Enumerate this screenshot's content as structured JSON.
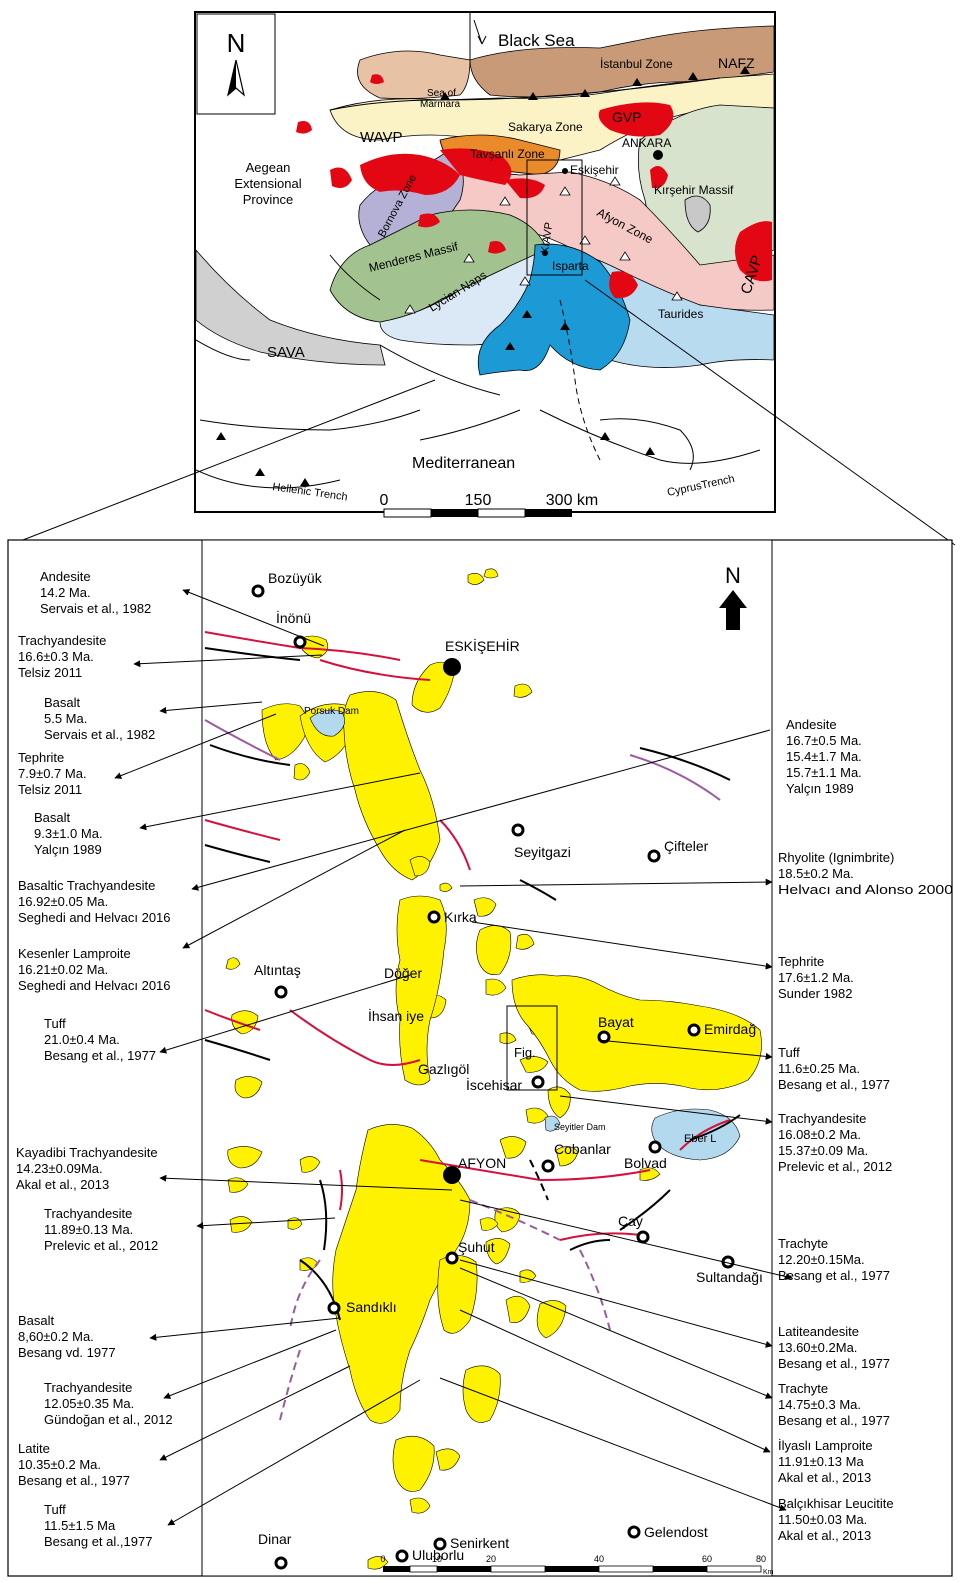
{
  "inset": {
    "north": "N",
    "seas": [
      "Black Sea",
      "Sea of",
      "Marmara",
      "Mediterranean"
    ],
    "zones": {
      "istanbul": "İstanbul Zone",
      "nafz": "NAFZ",
      "gvp": "GVP",
      "wavp": "WAVP",
      "sakarya": "Sakarya Zone",
      "ankara": "ANKARA",
      "tavsanli": "Tavşanlı Zone",
      "eskisehir": "Eskişehir",
      "aegean": [
        "Aegean",
        "Extensional",
        "Province"
      ],
      "kirsehir": "Kırşehir Massif",
      "bornova": "Bornova Zone",
      "kiavp": "KIAVP",
      "afyon": "Afyon Zone",
      "cavp": "CAVP",
      "menderes": "Menderes Massif",
      "lycian": "Lycian Naps",
      "isparta": "Isparta",
      "taurides": "Taurides",
      "sava": "SAVA",
      "hellenic": "Hellenic Trench",
      "cyprus": "CyprusTrench"
    },
    "scale": [
      "0",
      "150",
      "300 km"
    ]
  },
  "detail": {
    "north": "N",
    "towns": [
      {
        "id": "bozuyuk",
        "label": "Bozüyük"
      },
      {
        "id": "inonu",
        "label": "İnönü"
      },
      {
        "id": "eskisehir",
        "label": "ESKİŞEHİR"
      },
      {
        "id": "porsuk",
        "label": "Porsuk Dam"
      },
      {
        "id": "seyitgazi",
        "label": "Seyitgazi"
      },
      {
        "id": "cifteler",
        "label": "Çifteler"
      },
      {
        "id": "kirka",
        "label": "Kırka"
      },
      {
        "id": "doger",
        "label": "Döğer"
      },
      {
        "id": "altintas",
        "label": "Altıntaş"
      },
      {
        "id": "ihsaniye",
        "label": "İhsan iye"
      },
      {
        "id": "bayat",
        "label": "Bayat"
      },
      {
        "id": "emirdag",
        "label": "Emirdağ"
      },
      {
        "id": "fig",
        "label": "Fig."
      },
      {
        "id": "gazligol",
        "label": "Gazlıgöl"
      },
      {
        "id": "iscehisar",
        "label": "İscehisar"
      },
      {
        "id": "afyon",
        "label": "AFYON"
      },
      {
        "id": "seyitler",
        "label": "Seyitler Dam"
      },
      {
        "id": "cobanlar",
        "label": "Cobanlar"
      },
      {
        "id": "bolvad",
        "label": "Bolvad"
      },
      {
        "id": "eber",
        "label": "Eber L"
      },
      {
        "id": "cay",
        "label": "Çay"
      },
      {
        "id": "suhut",
        "label": "Şuhut"
      },
      {
        "id": "sultandagi",
        "label": "Sultandağı"
      },
      {
        "id": "sandikli",
        "label": "Sandıklı"
      },
      {
        "id": "dinar",
        "label": "Dinar"
      },
      {
        "id": "senirkent",
        "label": "Senirkent"
      },
      {
        "id": "uluborlu",
        "label": "Uluborlu"
      },
      {
        "id": "gelendost",
        "label": "Gelendost"
      }
    ],
    "scale": {
      "ticks": [
        "0",
        "10",
        "20",
        "40",
        "60",
        "80"
      ],
      "unit": "Km"
    },
    "annotations_left": [
      [
        "Andesite",
        "14.2 Ma.",
        "Servais et al., 1982"
      ],
      [
        "Trachyandesite",
        "16.6±0.3 Ma.",
        "Telsiz 2011"
      ],
      [
        "Basalt",
        "5.5 Ma.",
        "Servais et al., 1982"
      ],
      [
        "Tephrite",
        "7.9±0.7 Ma.",
        "Telsiz 2011"
      ],
      [
        "Basalt",
        "9.3±1.0 Ma.",
        "Yalçın 1989"
      ],
      [
        "Basaltic Trachyandesite",
        "16.92±0.05 Ma.",
        "Seghedi and Helvacı 2016"
      ],
      [
        "Kesenler Lamproite",
        "16.21±0.02 Ma.",
        "Seghedi and Helvacı 2016"
      ],
      [
        "Tuff",
        "21.0±0.4 Ma.",
        "Besang et al., 1977"
      ],
      [
        "Kayadibi Trachyandesite",
        "14.23±0.09Ma.",
        "Akal et al., 2013"
      ],
      [
        "Trachyandesite",
        "11.89±0.13 Ma.",
        "Prelevic et al., 2012"
      ],
      [
        "Basalt",
        "8,60±0.2 Ma.",
        "Besang vd. 1977"
      ],
      [
        "Trachyandesite",
        "12.05±0.35 Ma.",
        "Gündoğan et al., 2012"
      ],
      [
        "Latite",
        "10.35±0.2 Ma.",
        "Besang et al., 1977"
      ],
      [
        "Tuff",
        "11.5±1.5 Ma",
        "Besang et al.,1977"
      ]
    ],
    "annotations_right": [
      [
        "Andesite",
        "16.7±0.5 Ma.",
        "15.4±1.7 Ma.",
        "15.7±1.1 Ma.",
        "Yalçın 1989"
      ],
      [
        "Rhyolite (Ignimbrite)",
        "18.5±0.2 Ma.",
        "Helvacı and Alonso 2000"
      ],
      [
        "Tephrite",
        "17.6±1.2 Ma.",
        "Sunder 1982"
      ],
      [
        "Tuff",
        "11.6±0.25 Ma.",
        "Besang et al., 1977"
      ],
      [
        "Trachyandesite",
        "16.08±0.2 Ma.",
        "15.37±0.09 Ma.",
        "Prelevic et al., 2012"
      ],
      [
        "Trachyte",
        "12.20±0.15Ma.",
        "Besang et al., 1977"
      ],
      [
        "Latiteandesite",
        "13.60±0.2Ma.",
        "Besang et al., 1977"
      ],
      [
        "Trachyte",
        "14.75±0.3 Ma.",
        "Besang et al., 1977"
      ],
      [
        "İlyaslı Lamproite",
        "11.91±0.13 Ma",
        "Akal et al., 2013"
      ],
      [
        "Balçıkhisar Leucitite",
        "11.50±0.03 Ma.",
        "Akal et al., 2013"
      ]
    ]
  },
  "colors": {
    "volcanic": "#e30613",
    "outcrop": "#fff200",
    "sakarya": "#fbf2c6",
    "istanbul": "#c89a78",
    "tavsanli": "#e98a2b",
    "kirsehir": "#d7e3cc",
    "menderes": "#a2c28f",
    "bornova": "#b5b0d6",
    "taurides": "#b9dbf0",
    "lycian": "#dbe9f6",
    "blue": "#1c9ad6",
    "afyonzone": "#f4c9c6",
    "sava": "#d0d0d0",
    "fault_red": "#d6103c",
    "fault_purple": "#9c5aa3",
    "lake": "#b3d9ee"
  }
}
